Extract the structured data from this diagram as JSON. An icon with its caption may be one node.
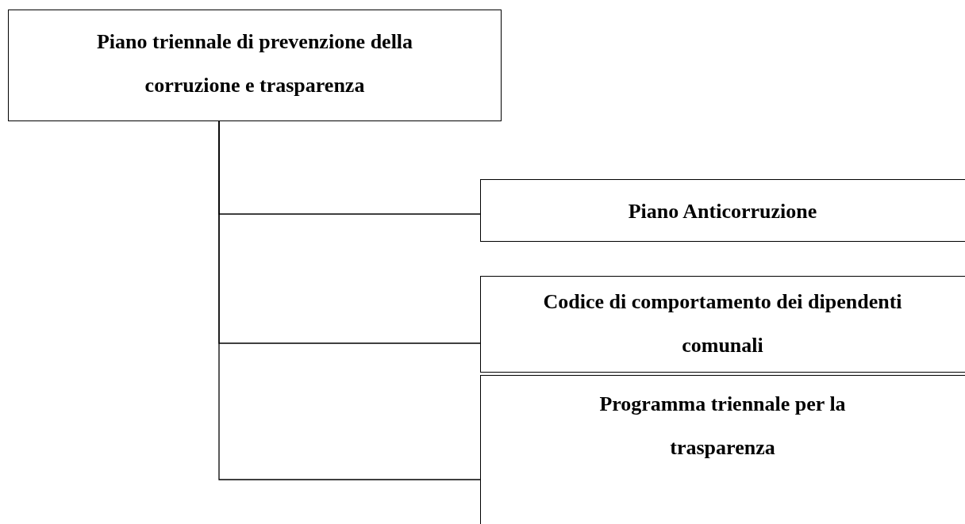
{
  "diagram": {
    "nodes": [
      {
        "text": [
          "Piano triennale di prevenzione della corruzione e trasparenza"
        ]
      },
      {
        "text": [
          "Piano Anticorruzione"
        ]
      },
      {
        "text": [
          "Codice di comportamento dei dipendenti comunali"
        ]
      },
      {
        "text": [
          "Programma triennale per la trasparenza"
        ]
      }
    ],
    "edges": [
      {
        "from": 0,
        "to": 1,
        "arrow": "none"
      },
      {
        "from": 0,
        "to": 2,
        "arrow": "none"
      },
      {
        "from": 0,
        "to": 3,
        "arrow": "none"
      }
    ]
  }
}
